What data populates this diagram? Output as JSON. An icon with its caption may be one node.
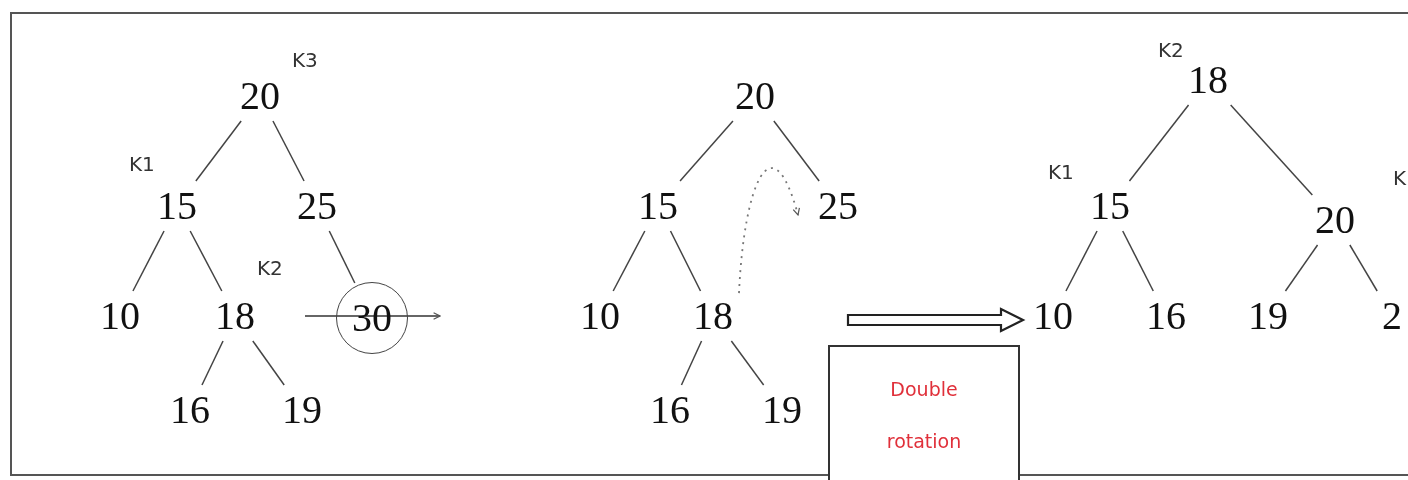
{
  "diagram": {
    "nodes": [
      {
        "text": [
          "20"
        ],
        "beside": [
          "K3"
        ]
      },
      {
        "text": [
          "15"
        ],
        "beside": [
          "K1"
        ]
      },
      {
        "text": [
          "25"
        ]
      },
      {
        "text": [
          "10"
        ]
      },
      {
        "text": [
          "18"
        ],
        "beside": [
          "K2"
        ]
      },
      {
        "text": [
          "30"
        ]
      },
      {
        "text": [
          "16"
        ]
      },
      {
        "text": [
          "19"
        ]
      },
      {
        "text": [
          "20"
        ]
      },
      {
        "text": [
          "15"
        ]
      },
      {
        "text": [
          "25"
        ]
      },
      {
        "text": [
          "10"
        ]
      },
      {
        "text": [
          "18"
        ]
      },
      {
        "text": [
          "16"
        ]
      },
      {
        "text": [
          "19"
        ]
      },
      {
        "text": [
          "Double rotation"
        ]
      },
      {
        "text": [
          "18"
        ],
        "beside": [
          "K2"
        ]
      },
      {
        "text": [
          "15"
        ],
        "beside": [
          "K1"
        ]
      },
      {
        "text": [
          "20"
        ],
        "beside": [
          "K"
        ]
      },
      {
        "text": [
          "10"
        ]
      },
      {
        "text": [
          "16"
        ]
      },
      {
        "text": [
          "19"
        ]
      },
      {
        "text": [
          "2"
        ]
      }
    ],
    "edges": [
      {
        "from": 0,
        "to": 1,
        "arrow": "none"
      },
      {
        "from": 0,
        "to": 2,
        "arrow": "none"
      },
      {
        "from": 1,
        "to": 3,
        "arrow": "none"
      },
      {
        "from": 1,
        "to": 4,
        "arrow": "none"
      },
      {
        "from": 2,
        "to": 5,
        "arrow": "none"
      },
      {
        "from": 4,
        "to": 6,
        "arrow": "none"
      },
      {
        "from": 4,
        "to": 7,
        "arrow": "none"
      },
      {
        "from": 8,
        "to": 9,
        "arrow": "none"
      },
      {
        "from": 8,
        "to": 10,
        "arrow": "none"
      },
      {
        "from": 9,
        "to": 11,
        "arrow": "none"
      },
      {
        "from": 9,
        "to": 12,
        "arrow": "none"
      },
      {
        "from": 12,
        "to": 13,
        "arrow": "none"
      },
      {
        "from": 12,
        "to": 14,
        "arrow": "none"
      },
      {
        "from": 12,
        "to": 10,
        "arrow": "to",
        "style": "dashed"
      },
      {
        "from": null,
        "to": 19,
        "arrow": "to",
        "style": "thick"
      },
      {
        "from": 16,
        "to": 17,
        "arrow": "none"
      },
      {
        "from": 16,
        "to": 18,
        "arrow": "none"
      },
      {
        "from": 17,
        "to": 19,
        "arrow": "none"
      },
      {
        "from": 17,
        "to": 20,
        "arrow": "none"
      },
      {
        "from": 18,
        "to": 21,
        "arrow": "none"
      },
      {
        "from": 18,
        "to": 22,
        "arrow": "none"
      }
    ]
  }
}
